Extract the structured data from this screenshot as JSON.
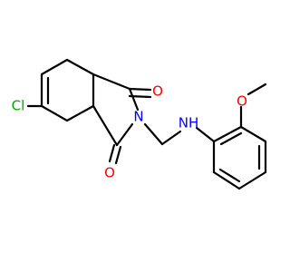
{
  "molecule": {
    "colors": {
      "bond": "#000000",
      "carbon": "#000000",
      "oxygen": "#ff0000",
      "nitrogen": "#0000ff",
      "chlorine": "#00aa00"
    },
    "atoms": {
      "chlorine": "Cl",
      "oxygen_top": "O",
      "oxygen_bottom": "O",
      "nitrogen_imide": "N",
      "amine_nh": "NH",
      "methoxy_oxygen": "O"
    }
  }
}
